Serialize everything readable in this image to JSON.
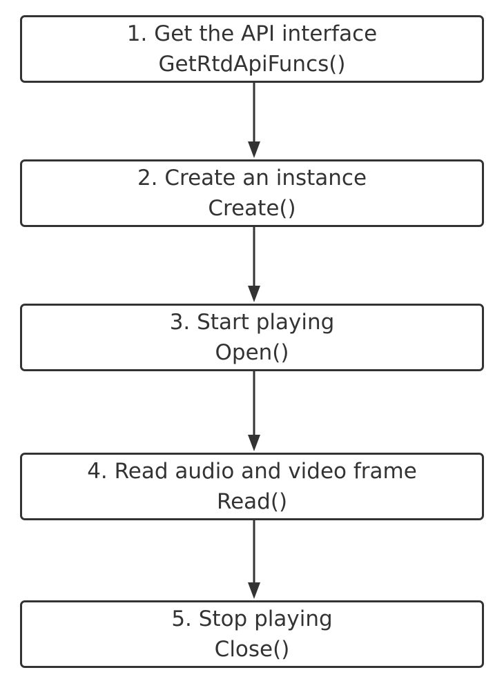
{
  "flowchart": {
    "steps": [
      {
        "title": "1. Get the API interface",
        "function": "GetRtdApiFuncs()"
      },
      {
        "title": "2. Create an instance",
        "function": "Create()"
      },
      {
        "title": "3. Start playing",
        "function": "Open()"
      },
      {
        "title": "4. Read audio and video frame",
        "function": "Read()"
      },
      {
        "title": "5. Stop playing",
        "function": "Close()"
      }
    ]
  },
  "colors": {
    "stroke": "#333333",
    "text": "#333333",
    "background": "#ffffff"
  }
}
